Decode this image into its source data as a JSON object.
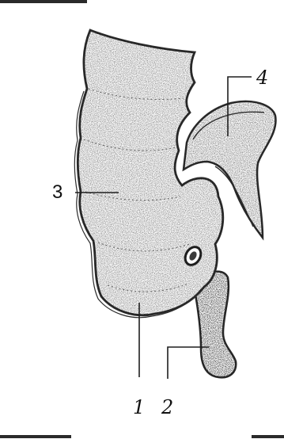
{
  "figure": {
    "labels": {
      "num_1": "1",
      "num_2": "2",
      "num_3": "3",
      "num_4": "4"
    },
    "colors": {
      "outline": "#2b2b2b",
      "stipple": "#555555",
      "fill": "#fbfbfb",
      "background": "#ffffff"
    }
  }
}
